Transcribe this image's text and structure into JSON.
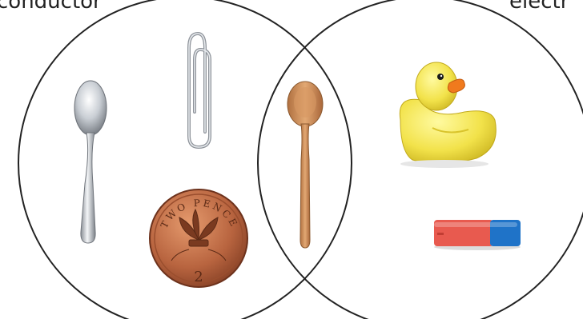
{
  "labels": {
    "left_set": "conductor",
    "right_set": "electr"
  },
  "left_only": {
    "items": [
      "metal-spoon",
      "paperclip",
      "two-pence-coin"
    ],
    "coin": {
      "top_text": "TWO PENCE",
      "value": "2"
    }
  },
  "intersection": {
    "items": [
      "wooden-spoon"
    ]
  },
  "right_only": {
    "items": [
      "rubber-duck",
      "eraser"
    ]
  },
  "colors": {
    "circle_stroke": "#222222",
    "coin": "#b8643f",
    "wood": "#c98a55",
    "duck": "#f2e24a",
    "duck_beak": "#f07a1d",
    "eraser_red": "#e85a4f",
    "eraser_blue": "#1f73c8"
  }
}
